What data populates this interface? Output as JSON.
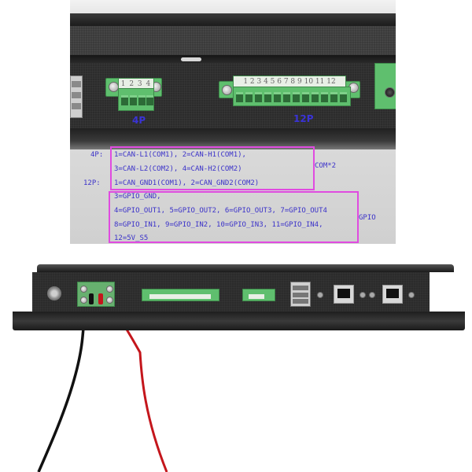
{
  "top_photo": {
    "connectors": [
      {
        "id": "4p",
        "label": "4P",
        "pin_numbers": "1 2 3 4",
        "pins": 4
      },
      {
        "id": "12p",
        "label": "12P",
        "pin_numbers": "1 2 3 4 5 6 7 8 9 10 11 12",
        "pins": 12
      }
    ]
  },
  "pinout": {
    "com_group": {
      "label": "COM*2",
      "lines": [
        {
          "prefix": "4P:",
          "text": "1=CAN-L1(COM1), 2=CAN-H1(COM1),"
        },
        {
          "prefix": "",
          "text": "3=CAN-L2(COM2), 4=CAN-H2(COM2)"
        },
        {
          "prefix": "12P:",
          "text": "1=CAN_GND1(COM1), 2=CAN_GND2(COM2)"
        }
      ]
    },
    "gpio_group": {
      "label": "GPIO",
      "lines": [
        {
          "text": "3=GPIO_GND,"
        },
        {
          "text": "4=GPIO_OUT1, 5=GPIO_OUT2, 6=GPIO_OUT3, 7=GPIO_OUT4"
        },
        {
          "text": "8=GPIO_IN1,  9=GPIO_IN2,  10=GPIO_IN3, 11=GPIO_IN4,"
        },
        {
          "text": "12=5V_S5"
        }
      ]
    },
    "callout_color": "#e04be0",
    "text_color": "#3b32c9"
  },
  "bottom_photo": {
    "ports": [
      "power-button",
      "dc-power-terminal",
      "12p-terminal",
      "4p-terminal",
      "dual-usb",
      "rj45-lan-1",
      "rj45-lan-2"
    ],
    "wires": [
      {
        "color": "#111111",
        "name": "black"
      },
      {
        "color": "#c4161c",
        "name": "red"
      }
    ]
  }
}
